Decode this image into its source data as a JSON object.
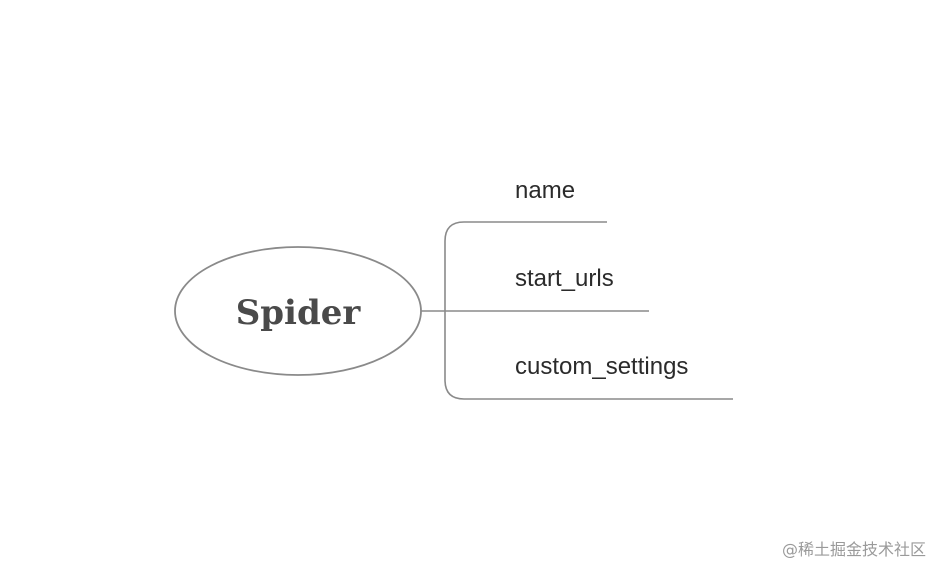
{
  "diagram": {
    "root": {
      "label": "Spider"
    },
    "branches": [
      {
        "label": "name"
      },
      {
        "label": "start_urls"
      },
      {
        "label": "custom_settings"
      }
    ],
    "line_color": "#8a8a8a",
    "text_color": "#2b2b2b"
  },
  "watermark": {
    "text": "@稀土掘金技术社区"
  }
}
